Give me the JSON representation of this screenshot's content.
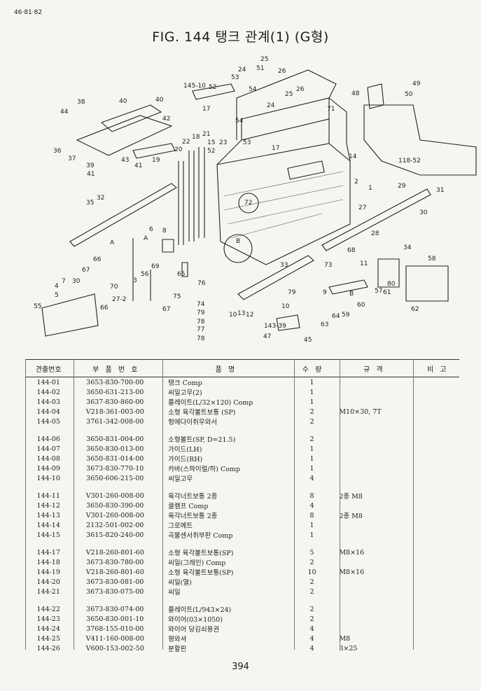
{
  "title": "FIG. 144 탱크 관계(1) (G형)",
  "diagram": {
    "callouts": [
      "25",
      "24",
      "51",
      "26",
      "53",
      "54",
      "145-10",
      "52",
      "17",
      "49",
      "50",
      "48",
      "38",
      "40",
      "40",
      "44",
      "42",
      "71",
      "25",
      "26",
      "24",
      "54",
      "23",
      "53",
      "21",
      "22",
      "18",
      "15",
      "52",
      "17",
      "14",
      "118-52",
      "36",
      "37",
      "39",
      "43",
      "41",
      "19",
      "20",
      "2",
      "1",
      "41",
      "29",
      "31",
      "35",
      "32",
      "72",
      "27",
      "30",
      "28",
      "6",
      "8",
      "A",
      "B",
      "A",
      "66",
      "67",
      "34",
      "7",
      "58",
      "56",
      "69",
      "68",
      "30",
      "4",
      "5",
      "3",
      "70",
      "65",
      "76",
      "33",
      "73",
      "11",
      "57",
      "61",
      "80",
      "55",
      "27-2",
      "66",
      "67",
      "75",
      "74",
      "79",
      "78",
      "77",
      "78",
      "79",
      "10",
      "13",
      "12",
      "10",
      "9",
      "B",
      "60",
      "59",
      "64",
      "63",
      "62",
      "143-39",
      "47",
      "45",
      "46·81·82"
    ]
  },
  "table": {
    "headers": [
      "견출번호",
      "부 품 번 호",
      "품 명",
      "수 량",
      "규 격",
      "비 고"
    ],
    "groups": [
      [
        {
          "no": "144-01",
          "pn": "3653-830-700-00",
          "name": "탱크 Comp",
          "qty": "1",
          "spec": ""
        },
        {
          "no": "144-02",
          "pn": "3650-631-213-00",
          "name": "씨일고무(2)",
          "qty": "1",
          "spec": ""
        },
        {
          "no": "144-03",
          "pn": "3637-830-860-00",
          "name": "플레이트(L/32×120) Comp",
          "qty": "1",
          "spec": ""
        },
        {
          "no": "144-04",
          "pn": "V218-361-003-00",
          "name": "소형 육각볼트보통 (SP)",
          "qty": "2",
          "spec": "M10×30, 7T"
        },
        {
          "no": "144-05",
          "pn": "3761-342-008-00",
          "name": "헝에다이취우와서",
          "qty": "2",
          "spec": ""
        }
      ],
      [
        {
          "no": "144-06",
          "pn": "3650-831-004-00",
          "name": "소형볼트(SP, D=21.5)",
          "qty": "2",
          "spec": ""
        },
        {
          "no": "144-07",
          "pn": "3650-830-013-00",
          "name": "가이드(LH)",
          "qty": "1",
          "spec": ""
        },
        {
          "no": "144-08",
          "pn": "3650-831-014-00",
          "name": "가이드(RH)",
          "qty": "1",
          "spec": ""
        },
        {
          "no": "144-09",
          "pn": "3673-830-770-10",
          "name": "카바(스파이럴/하) Comp",
          "qty": "1",
          "spec": ""
        },
        {
          "no": "144-10",
          "pn": "3650-606-215-00",
          "name": "씨일고무",
          "qty": "4",
          "spec": ""
        }
      ],
      [
        {
          "no": "144-11",
          "pn": "V301-260-008-00",
          "name": "육각너트보통 2종",
          "qty": "8",
          "spec": "2종 M8"
        },
        {
          "no": "144-12",
          "pn": "3650-830-390-00",
          "name": "클램프 Comp",
          "qty": "4",
          "spec": ""
        },
        {
          "no": "144-13",
          "pn": "V301-260-008-00",
          "name": "육각너트보통 2종",
          "qty": "8",
          "spec": "2종 M8"
        },
        {
          "no": "144-14",
          "pn": "2132-501-002-00",
          "name": "그로메트",
          "qty": "1",
          "spec": ""
        },
        {
          "no": "144-15",
          "pn": "3615-820-240-00",
          "name": "곡물센서취부판 Comp",
          "qty": "1",
          "spec": ""
        }
      ],
      [
        {
          "no": "144-17",
          "pn": "V218-260-801-60",
          "name": "소형 육각볼트보통(SP)",
          "qty": "5",
          "spec": "M8×16"
        },
        {
          "no": "144-18",
          "pn": "3673-830-780-00",
          "name": "씨일(그레인) Comp",
          "qty": "2",
          "spec": ""
        },
        {
          "no": "144-19",
          "pn": "V218-260-801-60",
          "name": "소형 육각볼트보통(SP)",
          "qty": "10",
          "spec": "M8×16"
        },
        {
          "no": "144-20",
          "pn": "3673-830-081-00",
          "name": "씨일(열)",
          "qty": "2",
          "spec": ""
        },
        {
          "no": "144-21",
          "pn": "3673-830-075-00",
          "name": "씨일",
          "qty": "2",
          "spec": ""
        }
      ],
      [
        {
          "no": "144-22",
          "pn": "3673-830-074-00",
          "name": "플레이트(L/943×24)",
          "qty": "2",
          "spec": ""
        },
        {
          "no": "144-23",
          "pn": "3650-830-001-10",
          "name": "와이어(03×1050)",
          "qty": "2",
          "spec": ""
        },
        {
          "no": "144-24",
          "pn": "3768-155-010-00",
          "name": "와이어 당김쇠용권",
          "qty": "4",
          "spec": ""
        },
        {
          "no": "144-25",
          "pn": "V411-160-008-00",
          "name": "평와셔",
          "qty": "4",
          "spec": "M8"
        },
        {
          "no": "144-26",
          "pn": "V600-153-002-50",
          "name": "분할핀",
          "qty": "4",
          "spec": "3×25"
        }
      ]
    ]
  },
  "page_number": "394"
}
